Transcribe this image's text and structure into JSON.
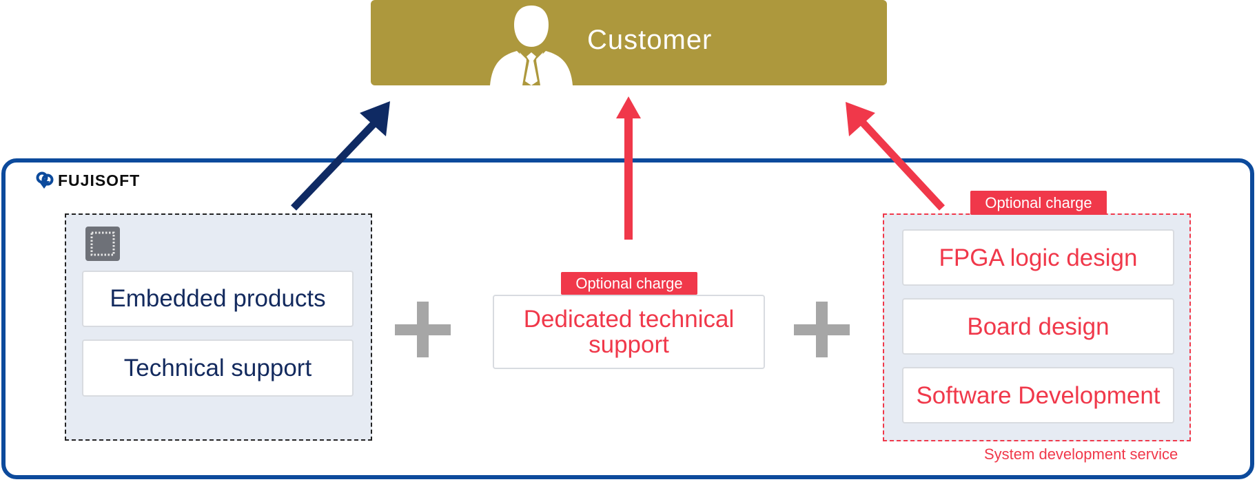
{
  "customer": {
    "label": "Customer",
    "icon": "businessman-silhouette-icon"
  },
  "company": {
    "name": "FUJISOFT",
    "logo_icon": "fujisoft-logo-mark"
  },
  "product_group": {
    "icon": "chip-icon",
    "items": [
      {
        "label": "Embedded products"
      },
      {
        "label": "Technical support"
      }
    ]
  },
  "dedicated_support": {
    "badge": "Optional charge",
    "line1": "Dedicated technical",
    "line2": "support"
  },
  "service_group": {
    "badge": "Optional charge",
    "items": [
      {
        "label": "FPGA logic design"
      },
      {
        "label": "Board design"
      },
      {
        "label": "Software Development"
      }
    ],
    "caption": "System development service"
  },
  "colors": {
    "customer_bg": "#ad983d",
    "frame_blue": "#0c4a9c",
    "navy_arrow": "#0f2a63",
    "accent_red": "#f0384a",
    "plus_gray": "#a6a6a6",
    "group_bg": "#e6ebf3"
  }
}
